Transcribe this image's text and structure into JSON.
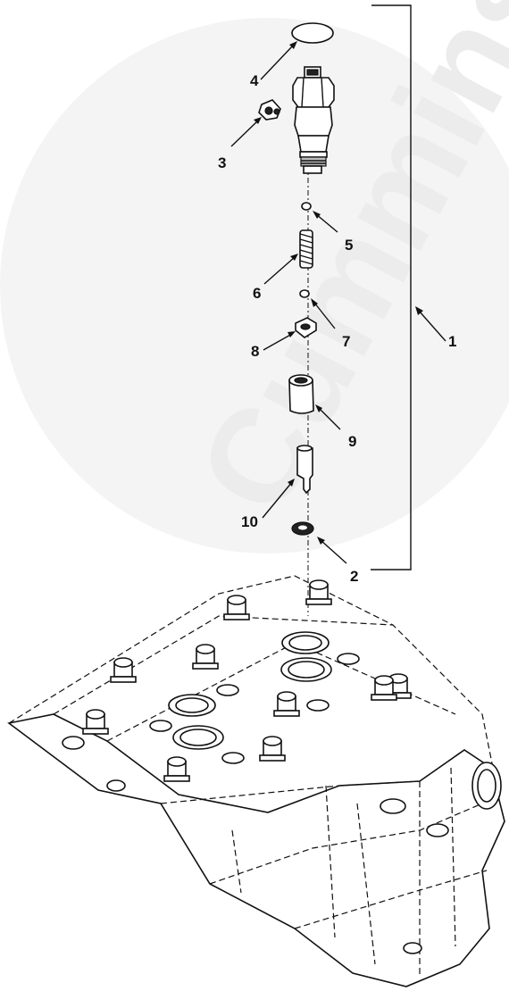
{
  "callouts": [
    {
      "id": "1",
      "label": "1"
    },
    {
      "id": "2",
      "label": "2"
    },
    {
      "id": "3",
      "label": "3"
    },
    {
      "id": "4",
      "label": "4"
    },
    {
      "id": "5",
      "label": "5"
    },
    {
      "id": "6",
      "label": "6"
    },
    {
      "id": "7",
      "label": "7"
    },
    {
      "id": "8",
      "label": "8"
    },
    {
      "id": "9",
      "label": "9"
    },
    {
      "id": "10",
      "label": "10"
    }
  ],
  "watermark": {
    "text": "Cummins",
    "color": "#ececec"
  },
  "colors": {
    "line": "#111111",
    "background": "#ffffff"
  }
}
